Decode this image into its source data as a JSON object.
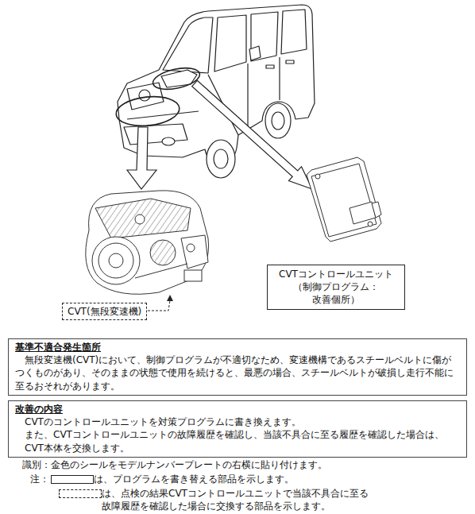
{
  "diagram": {
    "nodes": [
      {
        "text": [
          "CVT(無段変速機)"
        ]
      },
      {
        "text": [
          "CVTコントロールユニット （制御プログラム：改善個所）"
        ]
      },
      {
        "text": [
          "基準不適合発生箇所",
          "無段変速機(CVT)において、制御プログラムが不適切なため、変速機構であるスチールベルトに傷がつくものがあり、そのままの状態で使用を続けると、最悪の場合、スチールベルトが破損し走行不能に至るおそれがあります。"
        ]
      },
      {
        "text": [
          "改善の内容",
          "CVTのコントロールユニットを対策プログラムに書き換えます。",
          "また、CVTコントロールユニットの故障履歴を確認し、当該不具合に至る履歴を確認した場合は、CVT本体を交換します。"
        ]
      }
    ],
    "labels": [
      "識別：金色のシールをモデルナンバープレートの右横に貼り付けます。",
      "注："
    ],
    "legend": [
      {
        "text": "は、プログラムを書き替える部品を示します。"
      },
      {
        "text": "は、点検の結果CVTコントロールユニットで当該不具合に至る 故障履歴を確認した場合に交換する部品を示します。"
      }
    ]
  }
}
